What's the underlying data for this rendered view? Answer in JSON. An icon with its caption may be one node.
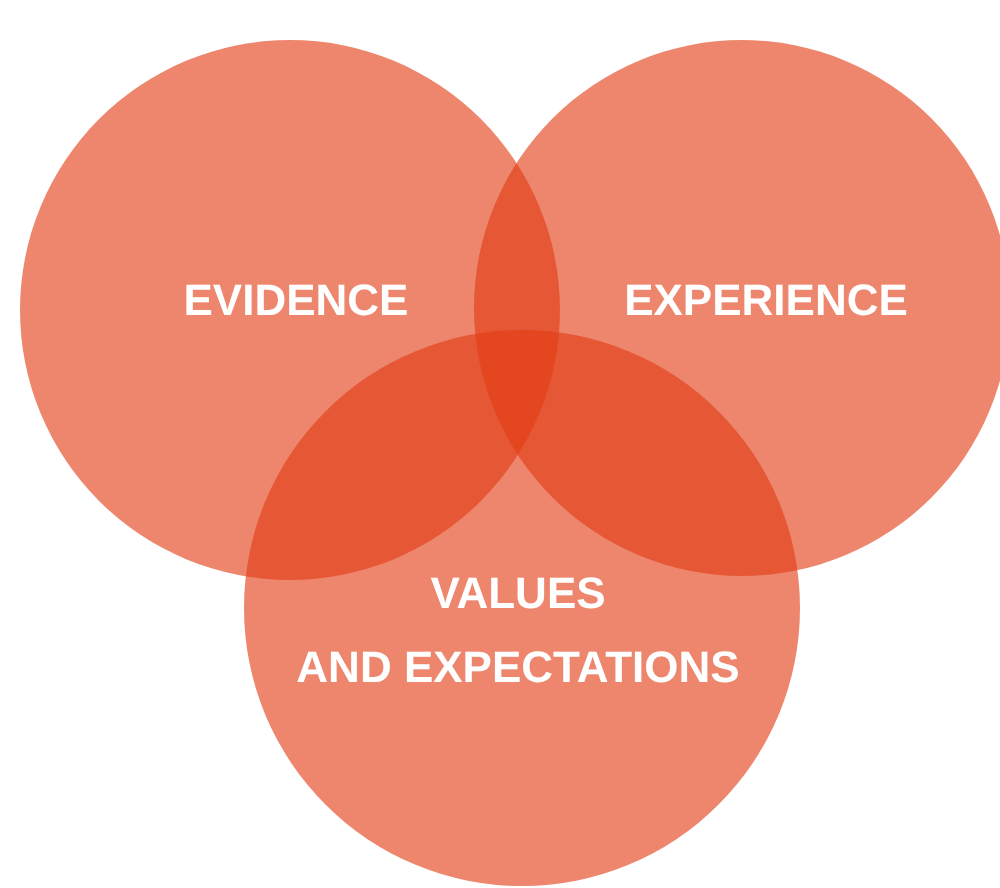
{
  "diagram": {
    "nodes": [
      {
        "text": [
          "EVIDENCE"
        ]
      },
      {
        "text": [
          "EXPERIENCE"
        ]
      },
      {
        "text": [
          "VALUES AND EXPECTATIONS"
        ]
      }
    ]
  }
}
